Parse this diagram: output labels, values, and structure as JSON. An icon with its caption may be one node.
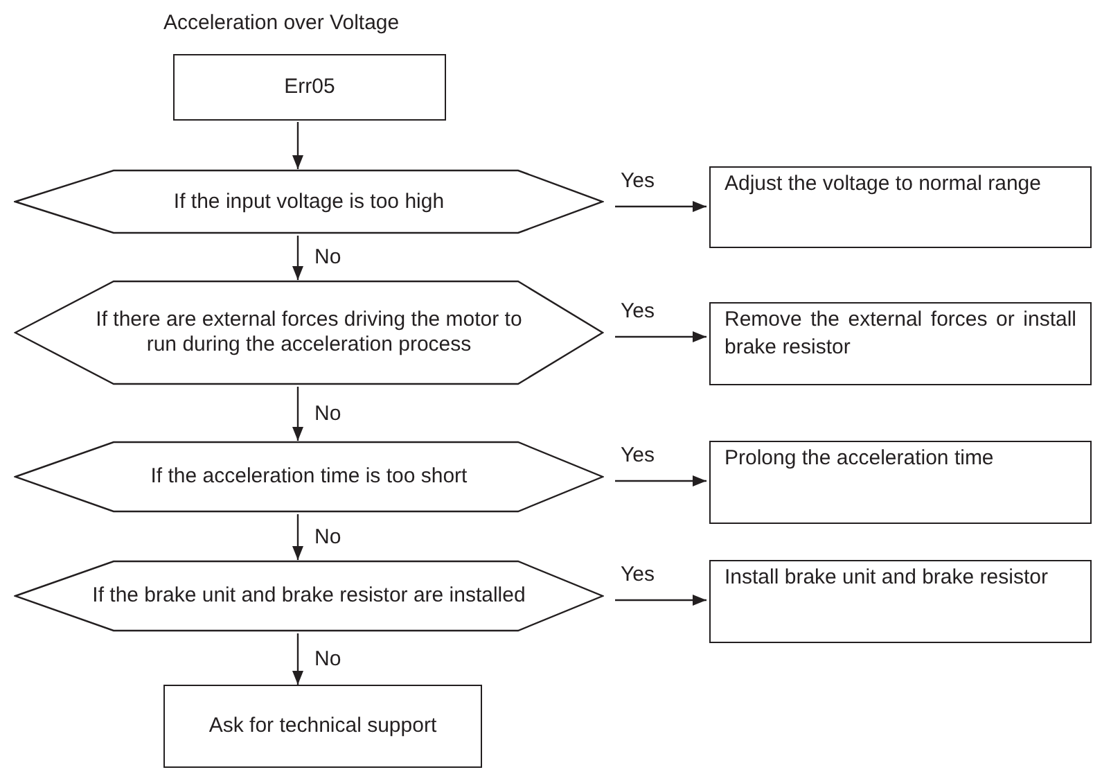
{
  "diagram": {
    "title": "Acceleration over Voltage",
    "nodes": [
      {
        "text": [
          "Err05"
        ]
      },
      {
        "text": [
          "If the input voltage is too high"
        ]
      },
      {
        "text": [
          "Adjust the voltage to normal range"
        ]
      },
      {
        "text": [
          "If there are external forces driving the motor to run during the acceleration process"
        ]
      },
      {
        "text": [
          "Remove the external forces or install brake resistor"
        ]
      },
      {
        "text": [
          "If the acceleration time is too short"
        ]
      },
      {
        "text": [
          "Prolong the acceleration time"
        ]
      },
      {
        "text": [
          "If the brake unit and brake resistor are installed"
        ]
      },
      {
        "text": [
          "Install brake unit and brake resistor"
        ]
      },
      {
        "text": [
          "Ask for technical support"
        ]
      }
    ],
    "edges": [
      {
        "from": 0,
        "to": 1,
        "arrow": "to"
      },
      {
        "from": 1,
        "to": 2,
        "arrow": "to",
        "label": "Yes"
      },
      {
        "from": 1,
        "to": 3,
        "arrow": "to",
        "label": "No"
      },
      {
        "from": 3,
        "to": 4,
        "arrow": "to",
        "label": "Yes"
      },
      {
        "from": 3,
        "to": 5,
        "arrow": "to",
        "label": "No"
      },
      {
        "from": 5,
        "to": 6,
        "arrow": "to",
        "label": "Yes"
      },
      {
        "from": 5,
        "to": 7,
        "arrow": "to",
        "label": "No"
      },
      {
        "from": 7,
        "to": 8,
        "arrow": "to",
        "label": "Yes"
      },
      {
        "from": 7,
        "to": 9,
        "arrow": "to",
        "label": "No"
      }
    ]
  }
}
